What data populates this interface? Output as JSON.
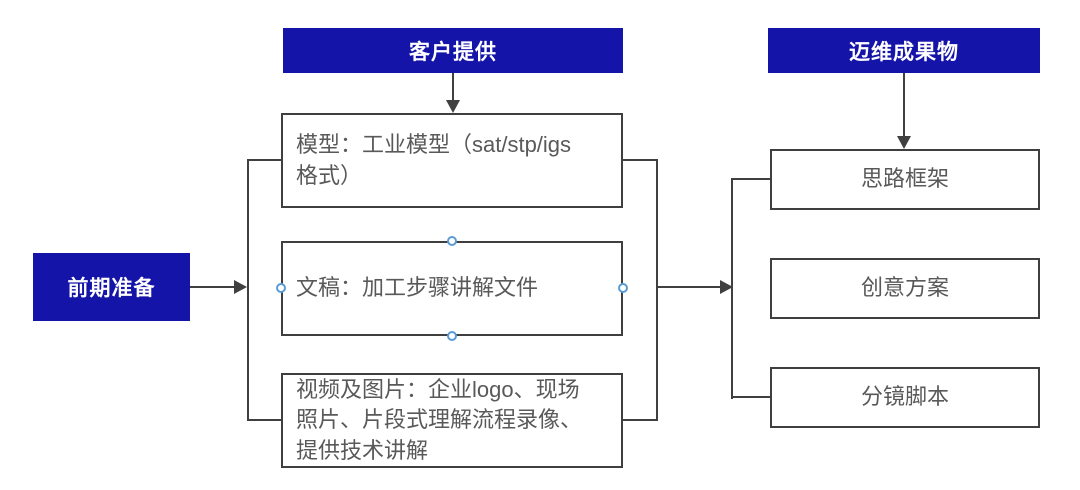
{
  "colors": {
    "accent_blue": "#1414A8",
    "connector_line": "#404040",
    "box_border": "#3F3F3F",
    "box_text": "#595959",
    "connection_point_blue": "#5B9BD5"
  },
  "start": {
    "label": "前期准备"
  },
  "client": {
    "header": "客户提供",
    "items": [
      {
        "label": "模型：工业模型（sat/stp/igs\n格式）"
      },
      {
        "label": "文稿：加工步骤讲解文件"
      },
      {
        "label": "视频及图片：企业logo、现场\n照片、片段式理解流程录像、\n提供技术讲解"
      }
    ]
  },
  "deliverables": {
    "header": "迈维成果物",
    "items": [
      {
        "label": "思路框架"
      },
      {
        "label": "创意方案"
      },
      {
        "label": "分镜脚本"
      }
    ]
  }
}
